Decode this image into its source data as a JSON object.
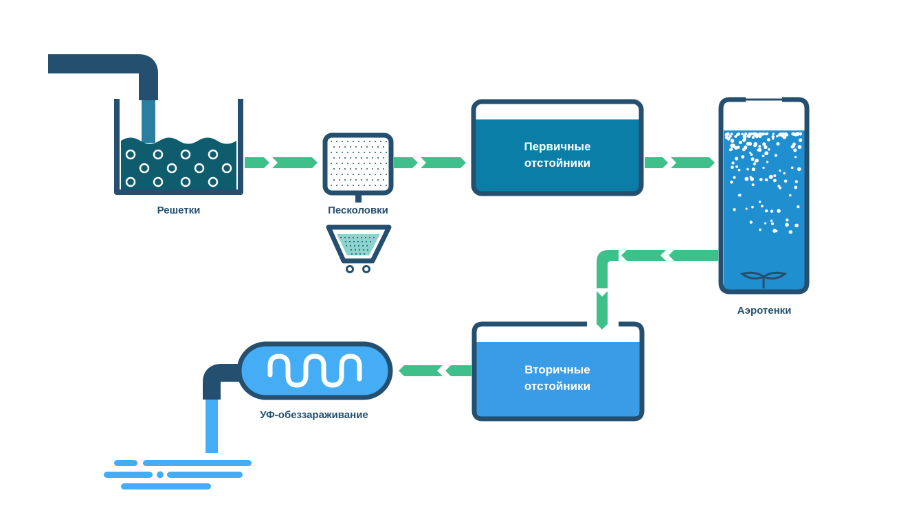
{
  "stages": {
    "screens": {
      "label": "Решетки"
    },
    "sand_traps": {
      "label": "Песколовки"
    },
    "primary_clarifiers": {
      "line1": "Первичные",
      "line2": "отстойники"
    },
    "aerotanks": {
      "label": "Аэротенки"
    },
    "secondary_clarifiers": {
      "line1": "Вторичные",
      "line2": "отстойники"
    },
    "uv_disinfection": {
      "label": "УФ-обеззараживание"
    }
  },
  "colors": {
    "pipe": "#244f6f",
    "arrow": "#3fbf8a",
    "water_dark": "#0f5c6e",
    "primary_fill": "#0b7ea8",
    "aerotank_fill": "#1f8fcf",
    "secondary_fill": "#3a9be6",
    "uv_fill": "#44adf5",
    "outflow": "#44adf5"
  }
}
